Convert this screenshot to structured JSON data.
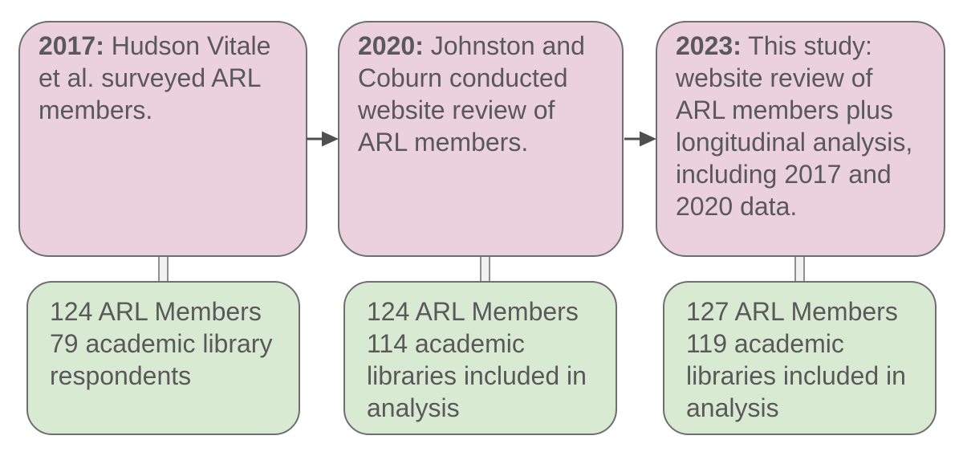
{
  "figure": {
    "type": "timeline-flow-diagram",
    "columns": [
      {
        "year": "2017:",
        "event": " Hudson Vitale\net al. surveyed ARL\nmembers.",
        "result": "124 ARL Members\n79 academic library\nrespondents"
      },
      {
        "year": "2020:",
        "event": " Johnston and\nCoburn conducted\nwebsite review of\nARL members.",
        "result": "124 ARL Members\n114 academic\nlibraries included in\nanalysis"
      },
      {
        "year": "2023:",
        "event": " This study:\nwebsite review of\nARL members plus\nlongitudinal analysis,\nincluding 2017 and\n2020 data.",
        "result": "127 ARL Members\n119 academic\nlibraries included in\nanalysis"
      }
    ],
    "colors": {
      "event_box_fill": "#ead1dc",
      "result_box_fill": "#d9ead3",
      "box_border": "#6f6f6f",
      "text": "#595959",
      "arrow": "#4f4f4f",
      "connector_fill": "#f1f1f1",
      "connector_border": "#8f8f8f"
    }
  }
}
